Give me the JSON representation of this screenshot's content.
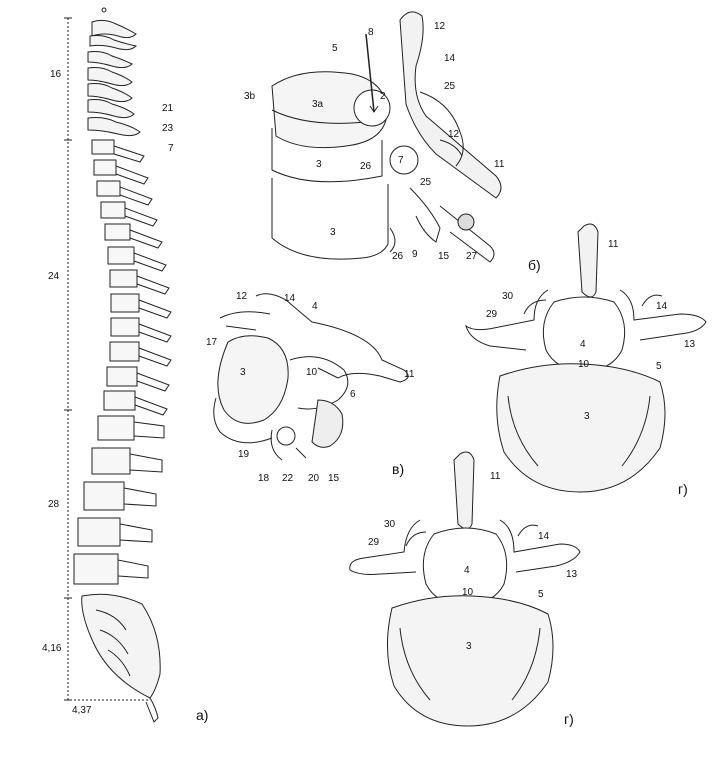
{
  "figure": {
    "panels": {
      "a": "а)",
      "b": "б)",
      "v": "в)",
      "g1": "г)",
      "g2": "г)"
    },
    "spine_labels": {
      "cervical": "16",
      "thoracic": "24",
      "lumbar": "28",
      "sacrum": "4,16",
      "coccyx": "4,37",
      "n21": "21",
      "n23": "23",
      "n7": "7"
    },
    "panel_b_labels": {
      "n12a": "12",
      "n8": "8",
      "n5": "5",
      "n14": "14",
      "n3b": "3b",
      "n3a": "3a",
      "n2": "2",
      "n25a": "25",
      "n12b": "12",
      "n11": "11",
      "n7": "7",
      "n3a_body": "3",
      "n26a": "26",
      "n25b": "25",
      "n3b_body": "3",
      "n26b": "26",
      "n9": "9",
      "n15": "15",
      "n27": "27"
    },
    "panel_v_labels": {
      "n12": "12",
      "n14": "14",
      "n4": "4",
      "n17": "17",
      "n3": "3",
      "n10": "10",
      "n11": "11",
      "n6": "6",
      "n19": "19",
      "n18": "18",
      "n22": "22",
      "n20": "20",
      "n15": "15"
    },
    "panel_g1_labels": {
      "n11": "11",
      "n30": "30",
      "n14": "14",
      "n29": "29",
      "n4": "4",
      "n13": "13",
      "n10": "10",
      "n5": "5",
      "n3": "3"
    },
    "panel_g2_labels": {
      "n11": "11",
      "n30": "30",
      "n14": "14",
      "n29": "29",
      "n4": "4",
      "n13": "13",
      "n10": "10",
      "n5": "5",
      "n3": "3"
    }
  }
}
